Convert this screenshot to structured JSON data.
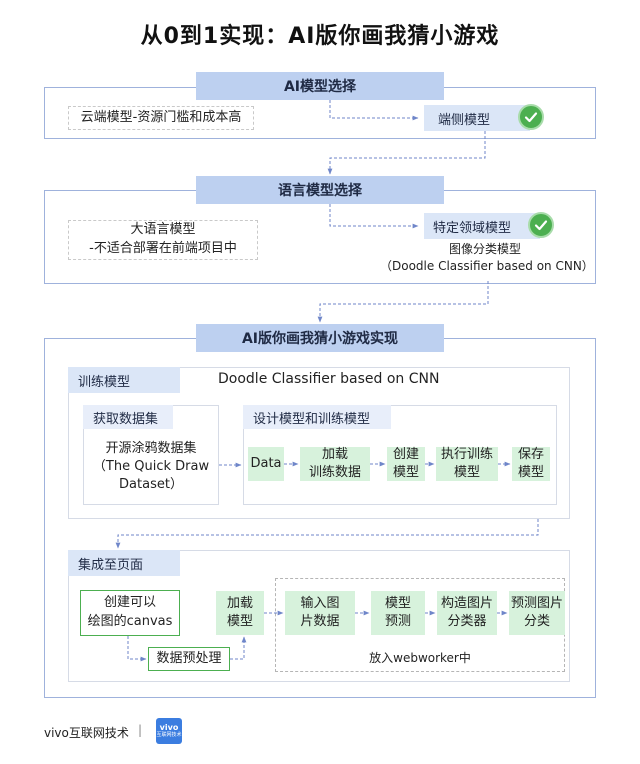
{
  "title": "从0到1实现：AI版你画我猜小游戏",
  "section1": {
    "header": "AI模型选择",
    "rejected": "云端模型-资源门槛和成本高",
    "chosen": "端侧模型"
  },
  "section2": {
    "header": "语言模型选择",
    "rejected_line1": "大语言模型",
    "rejected_line2": "-不适合部署在前端项目中",
    "chosen": "特定领域模型",
    "chosen_note_line1": "图像分类模型",
    "chosen_note_line2": "（Doodle Classifier based on CNN）"
  },
  "section3": {
    "header": "AI版你画我猜小游戏实现",
    "train": {
      "label": "训练模型",
      "model_name": "Doodle Classifier based on CNN",
      "data_label": "获取数据集",
      "data_line1": "开源涂鸦数据集",
      "data_line2": "（The Quick Draw",
      "data_line3": "Dataset）",
      "design_label": "设计模型和训练模型",
      "steps": [
        {
          "line1": "Data",
          "line2": ""
        },
        {
          "line1": "加载",
          "line2": "训练数据"
        },
        {
          "line1": "创建",
          "line2": "模型"
        },
        {
          "line1": "执行训练",
          "line2": "模型"
        },
        {
          "line1": "保存",
          "line2": "模型"
        }
      ]
    },
    "integrate": {
      "label": "集成至页面",
      "canvas_line1": "创建可以",
      "canvas_line2": "绘图的canvas",
      "preprocess": "数据预处理",
      "load_line1": "加载",
      "load_line2": "模型",
      "worker_steps": [
        {
          "line1": "输入图",
          "line2": "片数据"
        },
        {
          "line1": "模型",
          "line2": "预测"
        },
        {
          "line1": "构造图片",
          "line2": "分类器"
        },
        {
          "line1": "预测图片",
          "line2": "分类"
        }
      ],
      "worker_label": "放入webworker中"
    }
  },
  "footer": {
    "brand": "vivo互联网技术",
    "separator": "|",
    "logo_line1": "vivo",
    "logo_line2": "互联网技术"
  },
  "colors": {
    "header_bg": "#bdd0f0",
    "subheader_bg": "#dbe6f7",
    "step_green": "#d7f2dc",
    "check_green": "#4caf50",
    "frame_border": "#9fb2dc",
    "arrow": "#6f86c9"
  }
}
